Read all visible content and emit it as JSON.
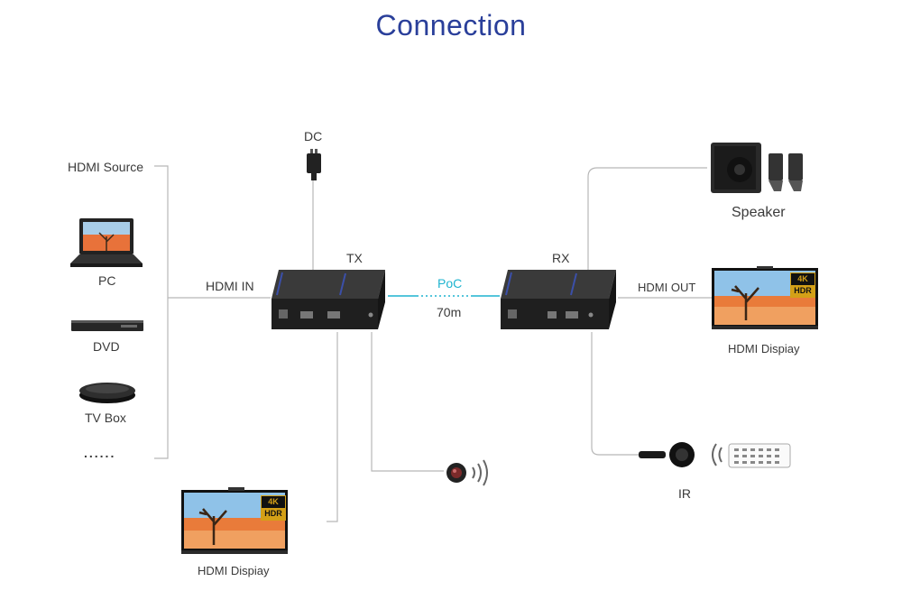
{
  "title": "Connection",
  "left_group": {
    "heading": "HDMI Source",
    "items": [
      "PC",
      "DVD",
      "TV Box"
    ],
    "more": "......"
  },
  "tx": {
    "label": "TX",
    "input_label": "HDMI IN",
    "power_label": "DC",
    "loop_display_label": "HDMI Dispiay"
  },
  "link": {
    "label": "PoC",
    "distance": "70m"
  },
  "rx": {
    "label": "RX",
    "output_label": "HDMI OUT",
    "speaker_label": "Speaker",
    "display_label": "HDMI Dispiay",
    "ir_label": "IR"
  },
  "tv_badge": {
    "top": "4K",
    "bottom": "HDR"
  },
  "colors": {
    "title": "#2a3f9a",
    "line": "#b8b8b8",
    "poc": "#1fb4cf",
    "device": "#2b2b2b",
    "device_stripe": "#3b4fa8"
  }
}
